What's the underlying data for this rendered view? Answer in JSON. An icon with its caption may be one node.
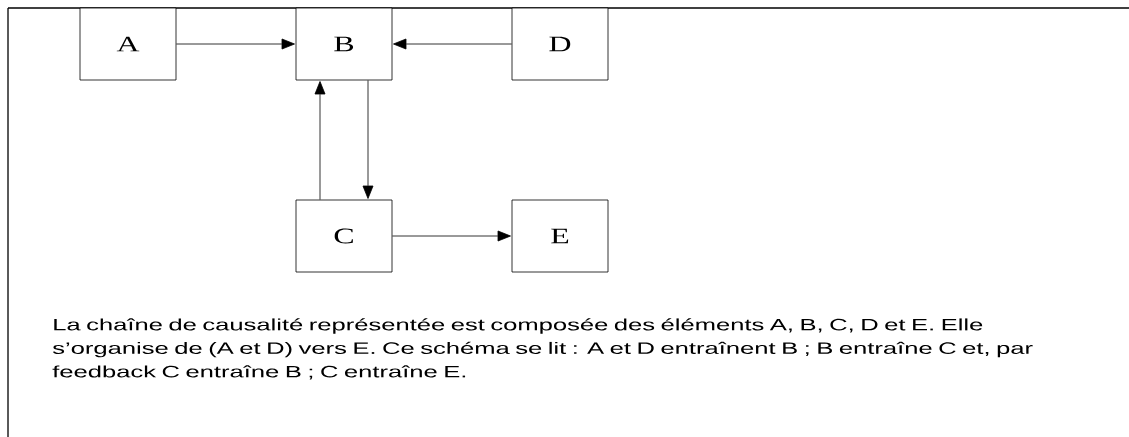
{
  "diagram": {
    "nodes": [
      {
        "text": [
          "A"
        ]
      },
      {
        "text": [
          "B"
        ]
      },
      {
        "text": [
          "D"
        ]
      },
      {
        "text": [
          "C"
        ]
      },
      {
        "text": [
          "E"
        ]
      }
    ],
    "edges": [
      {
        "from": 0,
        "to": 1,
        "arrow": "to"
      },
      {
        "from": 2,
        "to": 1,
        "arrow": "to"
      },
      {
        "from": 3,
        "to": 1,
        "arrow": "to"
      },
      {
        "from": 1,
        "to": 3,
        "arrow": "to"
      },
      {
        "from": 3,
        "to": 4,
        "arrow": "to"
      }
    ],
    "labels": [
      "La chaîne de causalité représentée est composée des éléments A, B, C, D et E. Elle s’organise de (A et D) vers E. Ce schéma se lit : A et D entraînent B ; B entraîne C et, par feedback C entraîne B ; C entraîne E."
    ]
  }
}
